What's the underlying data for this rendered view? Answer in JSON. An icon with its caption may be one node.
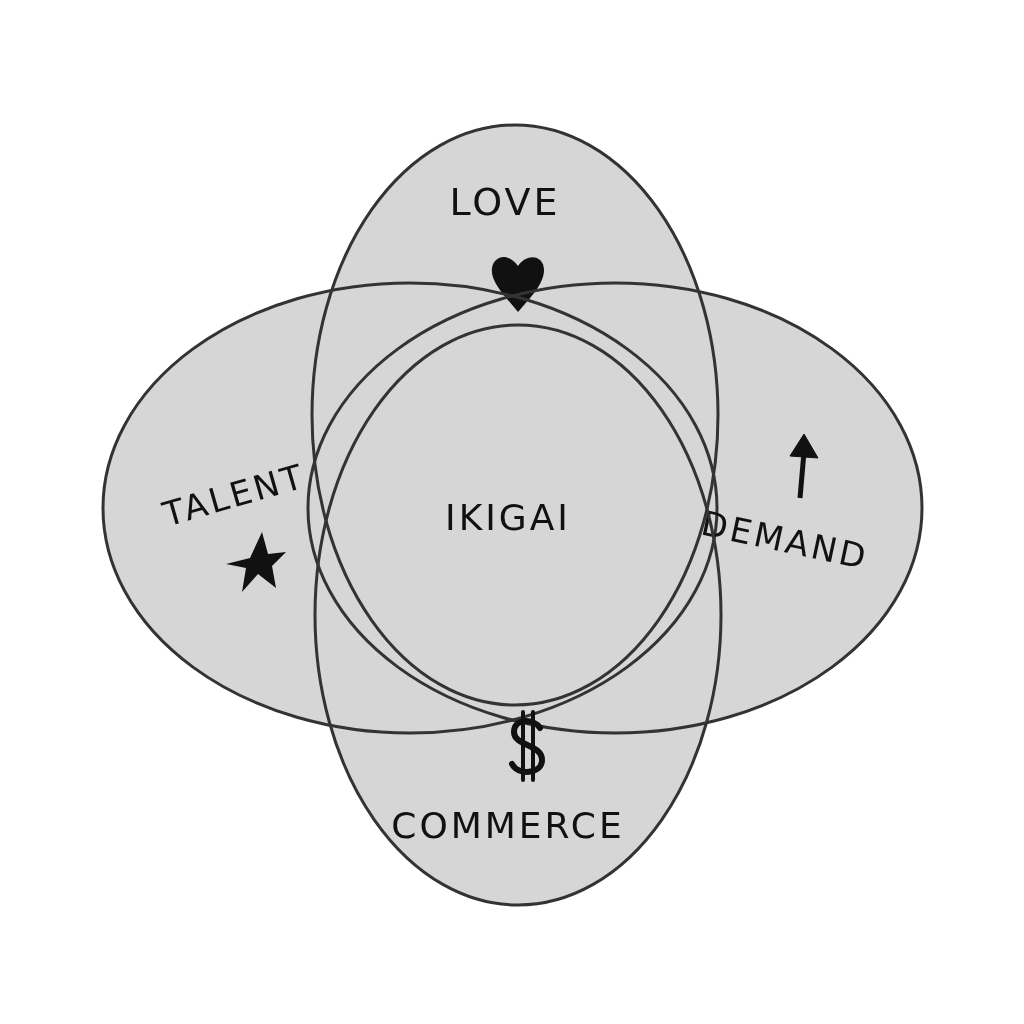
{
  "diagram": {
    "nodes": [
      {
        "text": [
          "LOVE"
        ]
      },
      {
        "text": [
          "TALENT"
        ]
      },
      {
        "text": [
          "DEMAND"
        ]
      },
      {
        "text": [
          "COMMERCE"
        ]
      }
    ],
    "labels": [
      "IKIGAI"
    ]
  }
}
